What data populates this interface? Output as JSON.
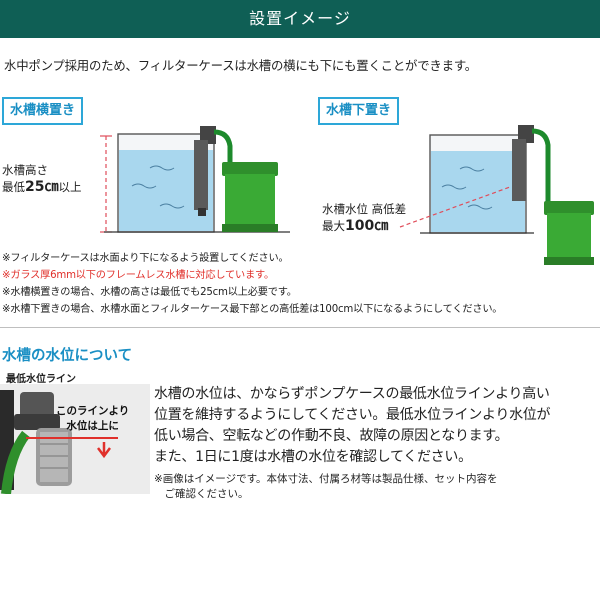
{
  "header": {
    "title": "設置イメージ"
  },
  "intro": "水中ポンプ採用のため、フィルターケースは水槽の横にも下にも置くことができます。",
  "side_placement": {
    "tag": "水槽横置き",
    "label_line1": "水槽高さ",
    "label_line2_prefix": "最低",
    "label_line2_value": "25",
    "label_line2_unit": "㎝",
    "label_line2_suffix": "以上"
  },
  "below_placement": {
    "tag": "水槽下置き",
    "label_line1": "水槽水位 高低差",
    "label_line2_prefix": "最大",
    "label_line2_value": "100",
    "label_line2_unit": "㎝"
  },
  "notes": [
    {
      "text": "※フィルターケースは水面より下になるよう設置してください。",
      "color": "#222222"
    },
    {
      "text": "※ガラス厚6mm以下のフレームレス水槽に対応しています。",
      "color": "#e0302b"
    },
    {
      "text": "※水槽横置きの場合、水槽の高さは最低でも25cm以上必要です。",
      "color": "#222222"
    },
    {
      "text": "※水槽下置きの場合、水槽水面とフィルターケース最下部との高低差は100cm以下になるようにしてください。",
      "color": "#222222"
    }
  ],
  "water_level": {
    "title": "水槽の水位について",
    "pump_label": "最低水位ライン",
    "callout_line1": "このラインより",
    "callout_line2": "水位は上に",
    "body": [
      "水槽の水位は、かならずポンプケースの最低水位ラインより高い",
      "位置を維持するようにしてください。最低水位ラインより水位が",
      "低い場合、空転などの作動不良、故障の原因となります。",
      "また、1日に1度は水槽の水位を確認してください。"
    ],
    "note": [
      "※画像はイメージです。本体寸法、付属ろ材等は製品仕様、セット内容を",
      "　ご確認ください。"
    ]
  },
  "colors": {
    "header_bg": "#0f5f55",
    "accent_blue": "#1a8fc4",
    "note_red": "#e0302b",
    "filter_green": "#3aaa35",
    "dimension_red": "#e04d5a"
  }
}
